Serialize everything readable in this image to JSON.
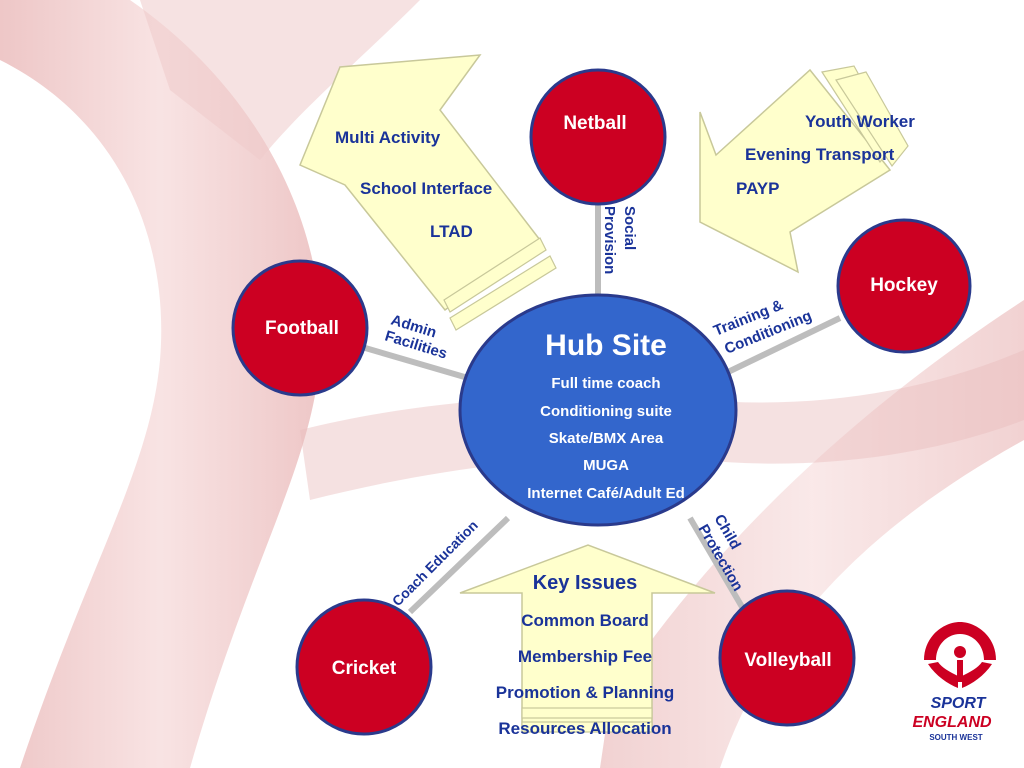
{
  "hub": {
    "title": "Hub Site",
    "items": [
      "Full time coach",
      "Conditioning suite",
      "Skate/BMX Area",
      "MUGA",
      "Internet Café/Adult Ed"
    ]
  },
  "sports": {
    "netball": "Netball",
    "hockey": "Hockey",
    "football": "Football",
    "cricket": "Cricket",
    "volleyball": "Volleyball"
  },
  "links": {
    "social_provision": [
      "Social",
      "Provision"
    ],
    "training": [
      "Training &",
      "Conditioning"
    ],
    "admin": [
      "Admin",
      "Facilities"
    ],
    "coach_education": "Coach Education",
    "child_protection": [
      "Child",
      "Protection"
    ]
  },
  "arrows": {
    "left_up": [
      "Multi Activity",
      "School Interface",
      "LTAD"
    ],
    "right_down": [
      "Youth Worker",
      "Evening Transport",
      "PAYP"
    ],
    "bottom_up_title": "Key Issues",
    "bottom_up_items": [
      "Common Board",
      "Membership Fee",
      "Promotion & Planning",
      "Resources Allocation"
    ]
  },
  "logo": {
    "line1": "SPORT",
    "line2": "ENGLAND",
    "line3": "SOUTH WEST"
  },
  "colors": {
    "hub_fill": "#3366cc",
    "sport_fill": "#cc0022",
    "circle_stroke": "#2a3a8c",
    "text_blue": "#1a3399",
    "arrow_fill": "#ffffcc",
    "arrow_stroke": "#c8c89a",
    "ribbon": "#eec8c8",
    "connector": "#bdbdbd"
  }
}
